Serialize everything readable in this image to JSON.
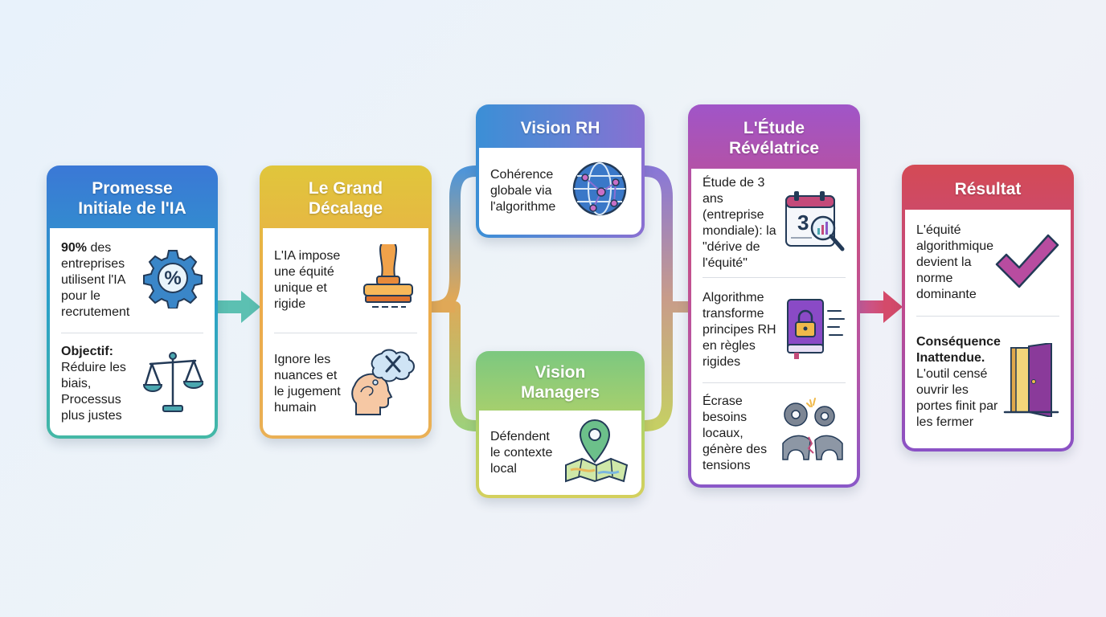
{
  "colors": {
    "blue": "#3b78d6",
    "teal": "#44b8a6",
    "yellow": "#e0c63b",
    "orange": "#ecab4a",
    "purple": "#8a58c8",
    "red": "#d44a55"
  },
  "cards": {
    "promesse": {
      "title": "Promesse\nInitiale de l'IA",
      "s1_bold": "90%",
      "s1_text": " des entreprises utilisent l'IA pour le recrutement",
      "s1_icon": "percent-gear-icon",
      "s2_bold": "Objectif:",
      "s2_text": "Réduire les biais, Processus plus justes",
      "s2_icon": "scales-icon"
    },
    "decalage": {
      "title": "Le Grand\nDécalage",
      "s1_text": "L'IA impose une équité unique et rigide",
      "s1_icon": "stamp-icon",
      "s2_text": "Ignore les nuances et le jugement humain",
      "s2_icon": "thinking-head-icon"
    },
    "vision_rh": {
      "title": "Vision RH",
      "s1_text": "Cohérence globale via l'algorithme",
      "s1_icon": "globe-network-icon"
    },
    "vision_managers": {
      "title": "Vision\nManagers",
      "s1_text": "Défendent le contexte local",
      "s1_icon": "map-pin-icon"
    },
    "etude": {
      "title": "L'Étude\nRévélatrice",
      "s1_text": "Étude de 3 ans (entreprise mondiale): la \"dérive de l'équité\"",
      "s1_icon": "calendar-magnifier-icon",
      "s2_text": "Algorithme transforme principes RH en règles rigides",
      "s2_icon": "locked-book-icon",
      "s3_text": "Écrase besoins locaux, génère des tensions",
      "s3_icon": "gears-broken-bridge-icon"
    },
    "resultat": {
      "title": "Résultat",
      "s1_text": "L'équité algorithmique devient la norme dominante",
      "s1_icon": "checkmark-icon",
      "s2_bold": "Conséquence Inattendue.",
      "s2_text": "L'outil censé ouvrir les portes finit par les fermer",
      "s2_icon": "open-door-icon"
    }
  }
}
